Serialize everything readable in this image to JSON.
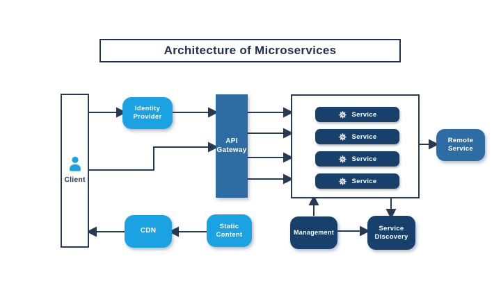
{
  "title": "Architecture of Microservices",
  "palette": {
    "light_blue": "#1ba2e2",
    "steel_blue": "#2e6da3",
    "navy": "#17406b",
    "line_and_border": "#263a55",
    "title_text": "#1f3050",
    "background": "#ffffff"
  },
  "nodes": {
    "client": {
      "label": "Client",
      "icon": "person-icon"
    },
    "identity_provider": {
      "label": "Identity Provider"
    },
    "api_gateway": {
      "label": "API Gateway"
    },
    "services": {
      "items": [
        {
          "label": "Service",
          "icon": "gear-icon"
        },
        {
          "label": "Service",
          "icon": "gear-icon"
        },
        {
          "label": "Service",
          "icon": "gear-icon"
        },
        {
          "label": "Service",
          "icon": "gear-icon"
        }
      ]
    },
    "remote_service": {
      "label": "Remote Service"
    },
    "management": {
      "label": "Management"
    },
    "service_discovery": {
      "label": "Service Discovery"
    },
    "cdn": {
      "label": "CDN"
    },
    "static_content": {
      "label": "Static Content"
    }
  },
  "edges": [
    {
      "from": "client",
      "to": "identity_provider"
    },
    {
      "from": "identity_provider",
      "to": "api_gateway"
    },
    {
      "from": "client",
      "to": "api_gateway"
    },
    {
      "from": "api_gateway",
      "to": "service-1"
    },
    {
      "from": "api_gateway",
      "to": "service-2"
    },
    {
      "from": "api_gateway",
      "to": "service-3"
    },
    {
      "from": "api_gateway",
      "to": "service-4"
    },
    {
      "from": "service-2",
      "to": "remote_service"
    },
    {
      "from": "management",
      "to": "services_frame"
    },
    {
      "from": "services_frame",
      "to": "service_discovery"
    },
    {
      "from": "management",
      "to": "service_discovery"
    },
    {
      "from": "static_content",
      "to": "cdn"
    },
    {
      "from": "cdn",
      "to": "client"
    }
  ]
}
